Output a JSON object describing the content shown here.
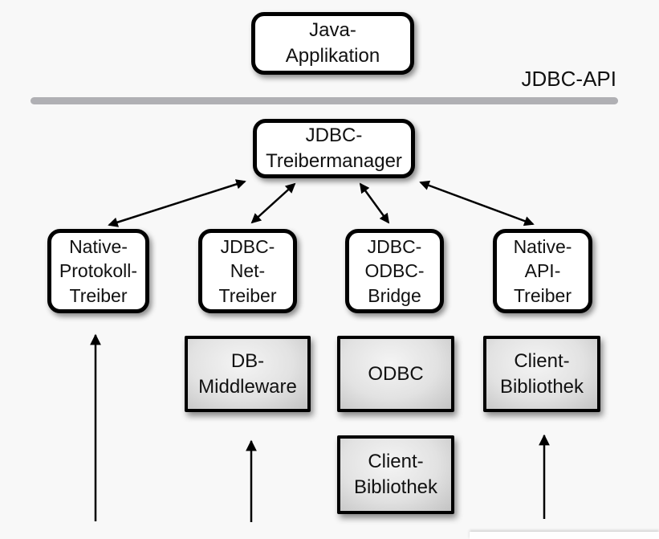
{
  "labels": {
    "api": "JDBC-API"
  },
  "nodes": {
    "java_app": {
      "label": "Java-\nApplikation"
    },
    "treibermanager": {
      "label": "JDBC-\nTreibermanager"
    },
    "native_protokoll": {
      "label": "Native-\nProtokoll-\nTreiber"
    },
    "jdbc_net": {
      "label": "JDBC-\nNet-\nTreiber"
    },
    "jdbc_odbc": {
      "label": "JDBC-\nODBC-\nBridge"
    },
    "native_api": {
      "label": "Native-\nAPI-\nTreiber"
    },
    "db_middleware": {
      "label": "DB-\nMiddleware"
    },
    "odbc": {
      "label": "ODBC"
    },
    "client_bib_right": {
      "label": "Client-\nBibliothek"
    },
    "client_bib_bottom": {
      "label": "Client-\nBibliothek"
    }
  },
  "colors": {
    "background": "#f8f8f8",
    "divider": "#b0b0b4",
    "box_fill": "#ffffff",
    "gray_box_center": "#f4f4f4",
    "gray_box_edge": "#c3c3c3",
    "border": "#000000",
    "arrow": "#000000"
  }
}
